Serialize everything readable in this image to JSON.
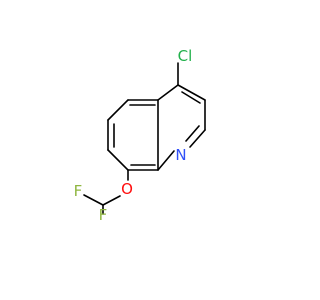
{
  "molecule": {
    "atoms": {
      "chlorine": {
        "symbol": "Cl",
        "color": "#22b14c"
      },
      "nitrogen": {
        "symbol": "N",
        "color": "#3050f8"
      },
      "oxygen": {
        "symbol": "O",
        "color": "#ff0d0d"
      },
      "fluorine_top": {
        "symbol": "F",
        "color": "#8fb640"
      },
      "fluorine_bottom": {
        "symbol": "F",
        "color": "#8fb640"
      }
    },
    "bond_color": "#000000"
  }
}
